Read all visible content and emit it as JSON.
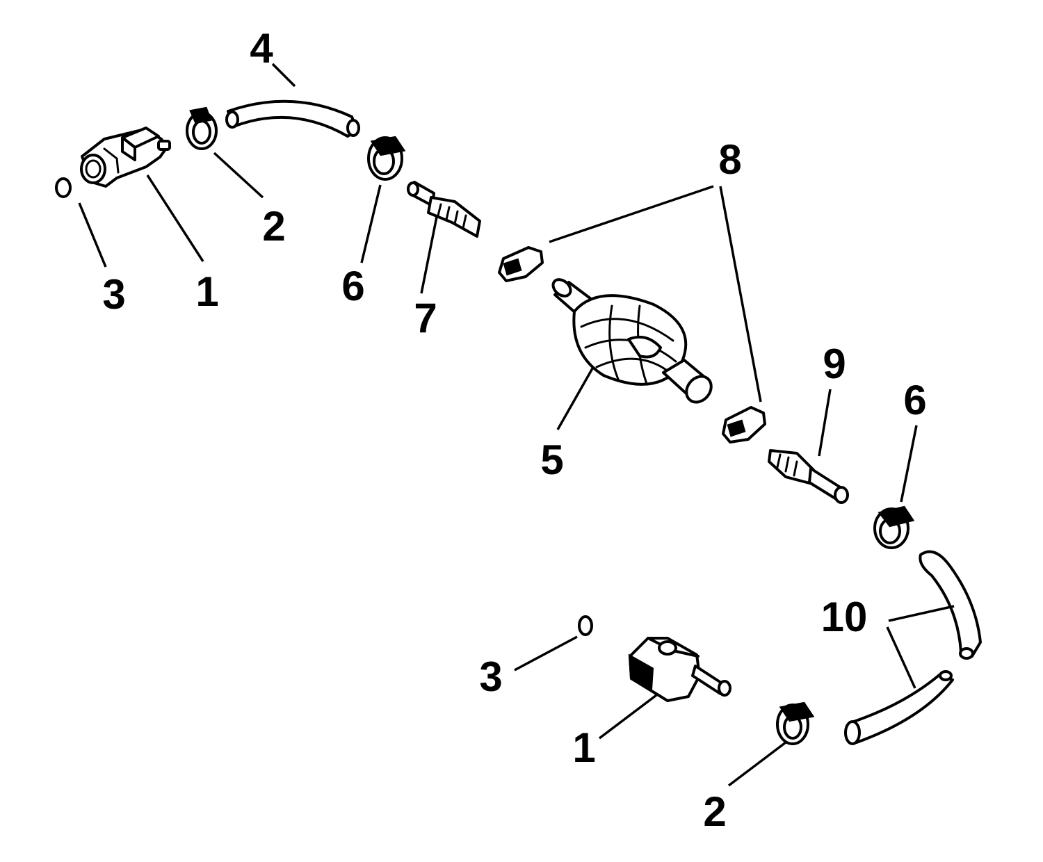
{
  "callouts": {
    "c1_top": "1",
    "c2_top": "2",
    "c3_top": "3",
    "c4": "4",
    "c5": "5",
    "c6_top": "6",
    "c7": "7",
    "c8": "8",
    "c9": "9",
    "c6_bottom": "6",
    "c10": "10",
    "c3_bottom": "3",
    "c1_bottom": "1",
    "c2_bottom": "2"
  },
  "parts": [
    {
      "ref": "1",
      "icon": "fuel-connector-icon"
    },
    {
      "ref": "2",
      "icon": "hose-clamp-icon"
    },
    {
      "ref": "3",
      "icon": "o-ring-icon"
    },
    {
      "ref": "4",
      "icon": "fuel-hose-icon"
    },
    {
      "ref": "5",
      "icon": "primer-bulb-icon"
    },
    {
      "ref": "6",
      "icon": "hose-clamp-icon"
    },
    {
      "ref": "7",
      "icon": "check-valve-icon"
    },
    {
      "ref": "8",
      "icon": "clip-icon"
    },
    {
      "ref": "9",
      "icon": "check-valve-icon"
    },
    {
      "ref": "10",
      "icon": "fuel-hose-icon"
    }
  ],
  "colors": {
    "ink": "#000000",
    "paper": "#ffffff"
  }
}
